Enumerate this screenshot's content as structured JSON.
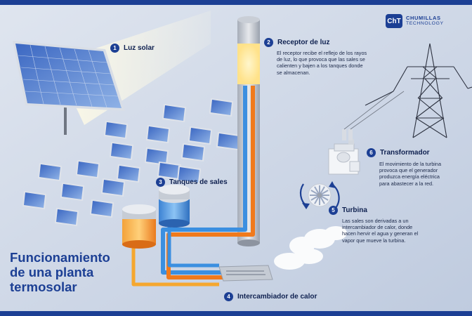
{
  "brand": {
    "logo": "ChT",
    "name_line1": "CHUMILLAS",
    "name_line2": "TECHNOLOGY"
  },
  "headline": [
    "Funcionamiento",
    "de una planta",
    "termosolar"
  ],
  "steps": [
    {
      "number": "1",
      "title": "Luz solar"
    },
    {
      "number": "2",
      "title": "Receptor de luz",
      "description": [
        "El receptor recibe el reflejo de los rayos",
        "de luz, lo que provoca que las sales se",
        "calienten y bajen a los tanques donde",
        "se almacenan."
      ]
    },
    {
      "number": "3",
      "title": "Tanques de sales"
    },
    {
      "number": "4",
      "title": "Intercambiador de calor"
    },
    {
      "number": "5",
      "title": "Turbina",
      "description": [
        "Las sales son derivadas a un",
        "intercambiador de calor, donde",
        "hacen hervir el agua y generan el",
        "vapor que mueve la turbina."
      ]
    },
    {
      "number": "6",
      "title": "Transformador",
      "description": [
        "El movimiento de la turbina",
        "provoca que el generador",
        "produzca energía eléctrica",
        "para abastecer a la red."
      ]
    }
  ],
  "colors": {
    "brand_blue": "#1c3f94",
    "hot_salt": "#f07a1c",
    "cold_salt": "#3b8fe0",
    "frame": "#1c3f94"
  },
  "icons": [
    "solar-panel-icon",
    "heliostat-icon",
    "receiver-tower-icon",
    "salt-tank-icon",
    "heat-exchanger-icon",
    "turbine-icon",
    "transformer-icon",
    "power-tower-icon",
    "steam-cloud-icon",
    "rotation-arrows-icon"
  ]
}
